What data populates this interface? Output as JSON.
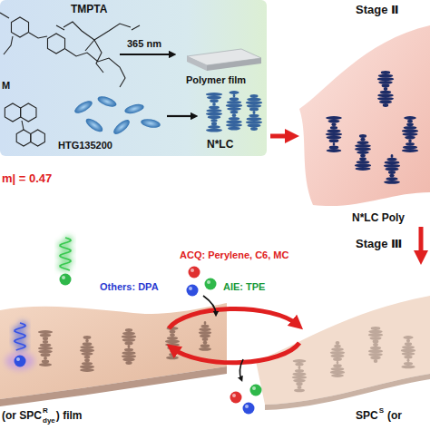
{
  "diagram": {
    "labels": [
      "M",
      "TMPTA",
      "365 nm",
      "Polymer film",
      "HTG135200",
      "N*LC",
      "Stage Ⅱ",
      "N*LC Poly",
      "m| = 0.47",
      "Stage Ⅲ",
      "ACQ: Perylene, C6, MC",
      "Others: DPA",
      "AIE: TPE",
      "(or SPC",
      "R",
      "dye",
      ") film",
      "SPC",
      "S",
      "(or"
    ]
  }
}
